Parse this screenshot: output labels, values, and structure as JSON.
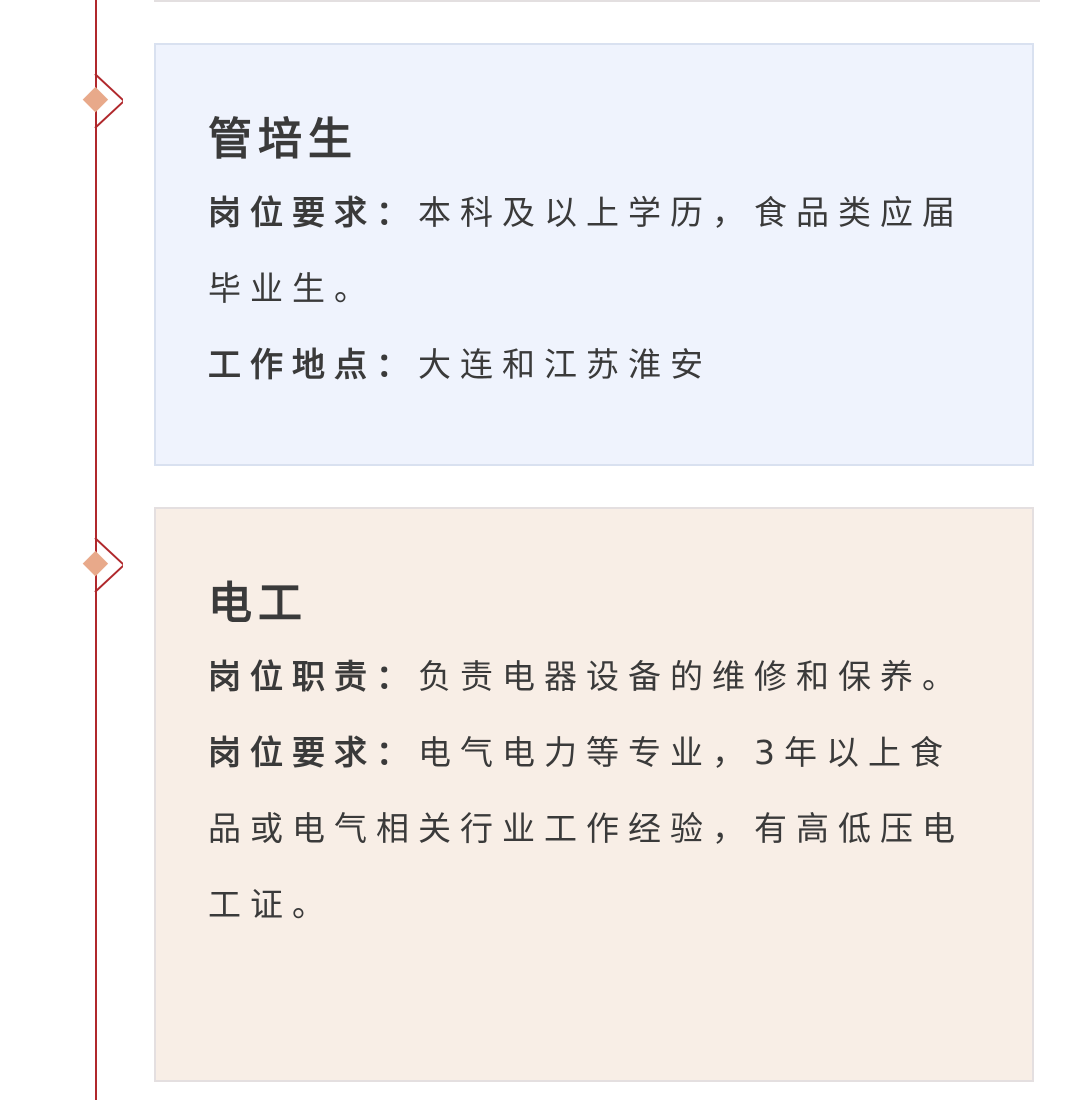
{
  "timeline": {
    "line_color": "#b0282c",
    "node_color": "#e8a98a"
  },
  "cards": [
    {
      "title": "管培生",
      "background": "#eff3fd",
      "fields": [
        {
          "label": "岗位要求：",
          "value": "本科及以上学历，食品类应届毕业生。"
        },
        {
          "label": "工作地点：",
          "value": "大连和江苏淮安"
        }
      ]
    },
    {
      "title": "电工",
      "background": "#f8eee6",
      "fields": [
        {
          "label": "岗位职责：",
          "value": "负责电器设备的维修和保养。"
        },
        {
          "label": "岗位要求：",
          "value": "电气电力等专业，3年以上食品或电气相关行业工作经验，有高低压电工证。"
        }
      ]
    }
  ]
}
